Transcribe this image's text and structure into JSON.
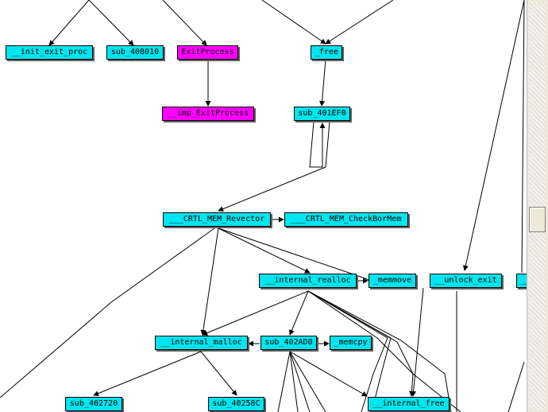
{
  "graph": {
    "nodes": {
      "init_exit_proc": "__init_exit_proc",
      "sub_408010": "sub_408010",
      "exitprocess": "ExitProcess",
      "free": "_free",
      "imp_exitprocess": "__imp_ExitProcess",
      "sub_401ef0": "sub_401EF0",
      "crtl_new_revector": "___CRTL_MEM_Revector",
      "crtl_new_checkbormem": "___CRTL_MEM_CheckBorMem",
      "internal_realloc": "__internal_realloc",
      "memmove": "_memmove",
      "unlock_exit": "__unlock_exit",
      "internal_malloc": "__internal_malloc",
      "sub_402ad0": "sub_402AD0",
      "memcpy": "_memcpy",
      "sub_402720": "sub_402720",
      "sub_40258c": "sub_40258C",
      "internal_free": "__internal_free",
      "cut_right": "__"
    },
    "colors": {
      "library_function": "#00e5ee",
      "imported_function": "#ff00ff",
      "edge": "#000000"
    }
  },
  "scrollbar": {
    "orientation": "vertical"
  }
}
